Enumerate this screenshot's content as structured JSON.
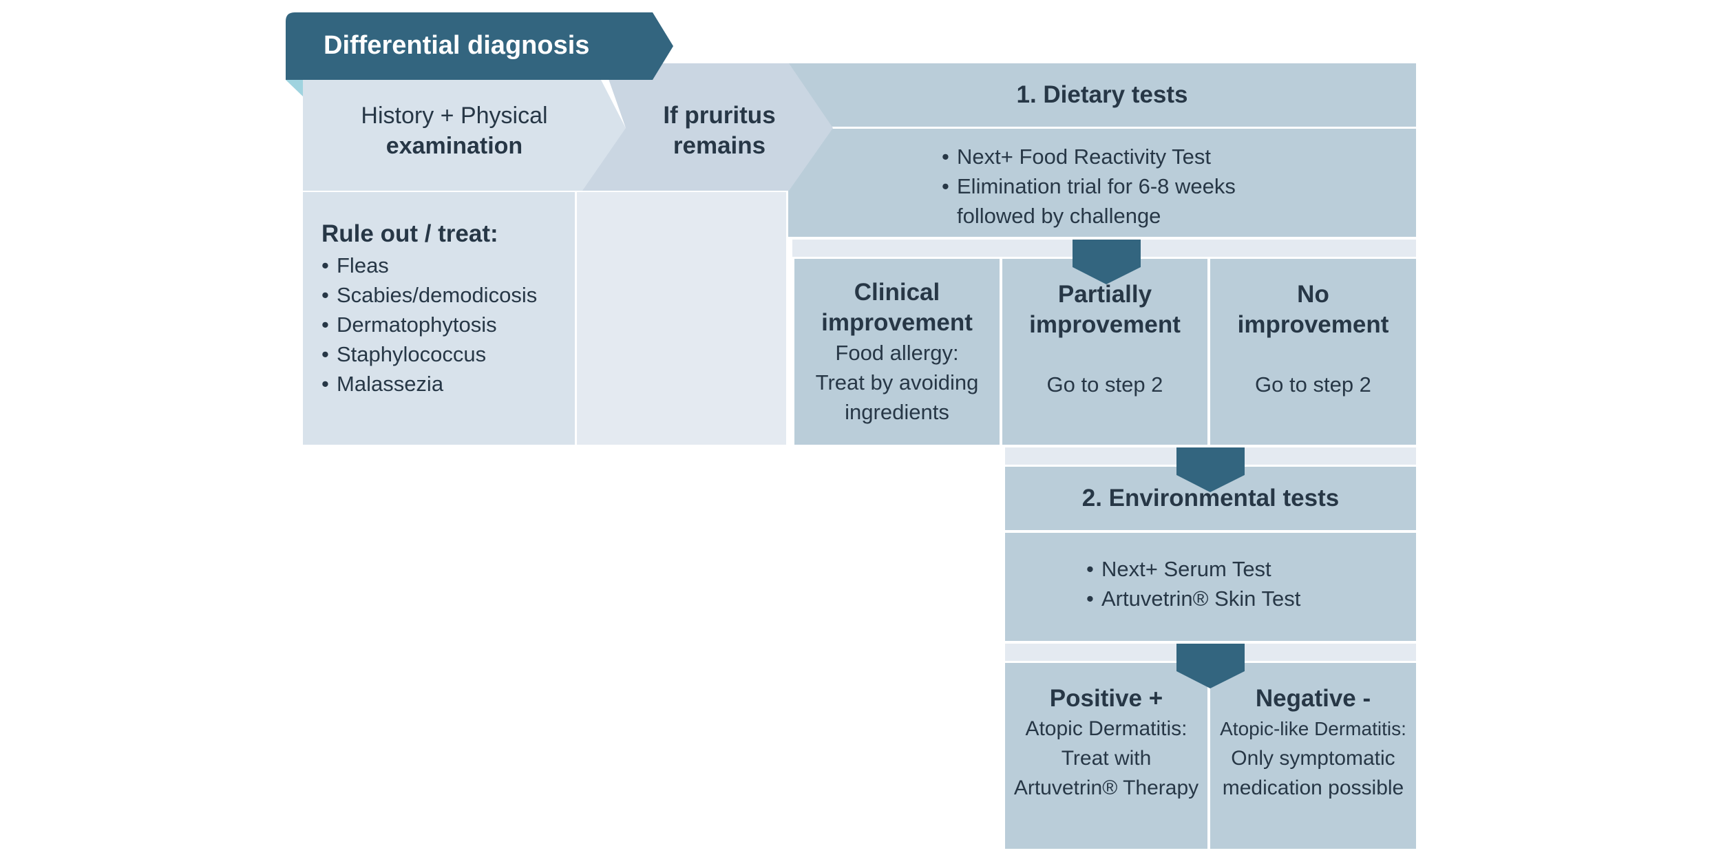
{
  "diagram": {
    "title": "Differential diagnosis",
    "colors": {
      "dark": "#33657f",
      "mid": "#bacdd9",
      "light": "#d8e2eb",
      "lighter": "#e4eaf1",
      "accent": "#9fd3df",
      "text": "#273746"
    },
    "history": {
      "line1": "History + Physical",
      "line2": "examination"
    },
    "pruritus": {
      "line1": "If pruritus",
      "line2": "remains"
    },
    "rule_out": {
      "heading": "Rule out / treat:",
      "items": [
        "Fleas",
        "Scabies/demodicosis",
        "Dermatophytosis",
        "Staphylococcus",
        "Malassezia"
      ]
    },
    "dietary": {
      "heading": "1. Dietary tests",
      "items": [
        "Next+ Food Reactivity Test",
        "Elimination trial for 6-8 weeks"
      ],
      "item2_cont": "followed by challenge"
    },
    "clinical": {
      "h1": "Clinical",
      "h2": "improvement",
      "l1": "Food allergy:",
      "l2": "Treat by avoiding",
      "l3": "ingredients"
    },
    "partial": {
      "h1": "Partially",
      "h2": "improvement",
      "l1": "Go to step 2"
    },
    "noimp": {
      "h1": "No",
      "h2": "improvement",
      "l1": "Go to step 2"
    },
    "environmental": {
      "heading": "2. Environmental tests",
      "items": [
        "Next+ Serum Test",
        "Artuvetrin® Skin Test"
      ]
    },
    "positive": {
      "heading": "Positive +",
      "l1": "Atopic Dermatitis:",
      "l2": "Treat with",
      "l3": "Artuvetrin® Therapy"
    },
    "negative": {
      "heading": "Negative -",
      "l1": "Atopic-like Dermatitis:",
      "l2": "Only symptomatic",
      "l3": "medication possible"
    }
  }
}
